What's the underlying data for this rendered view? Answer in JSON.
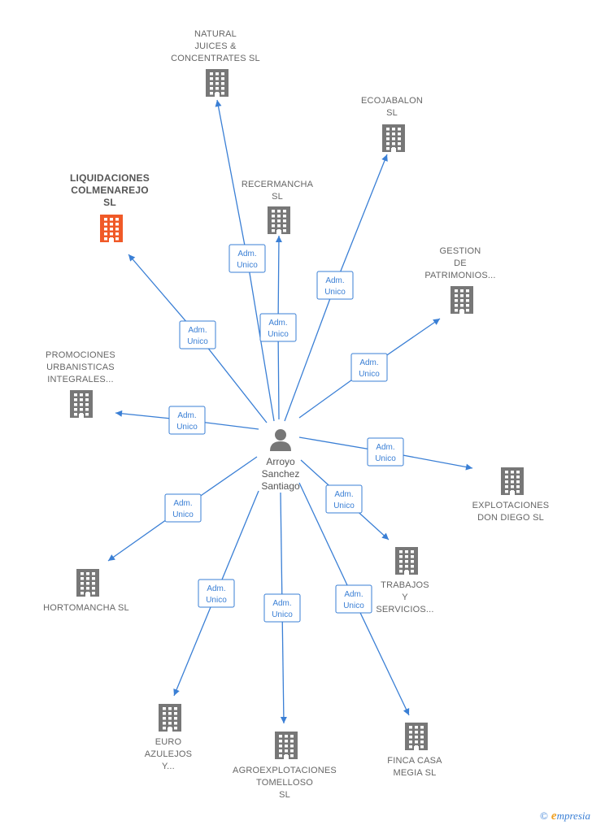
{
  "center": {
    "lines": [
      "Arroyo",
      "Sanchez",
      "Santiago"
    ]
  },
  "relation_label": [
    "Adm.",
    "Unico"
  ],
  "companies": [
    {
      "id": "natural-juices",
      "lines": [
        "NATURAL",
        "JUICES &",
        "CONCENTRATES SL"
      ],
      "highlight": false
    },
    {
      "id": "ecojabalon",
      "lines": [
        "ECOJABALON",
        "SL"
      ],
      "highlight": false
    },
    {
      "id": "liquidaciones",
      "lines": [
        "LIQUIDACIONES",
        "COLMENAREJO",
        "SL"
      ],
      "highlight": true
    },
    {
      "id": "recermancha",
      "lines": [
        "RECERMANCHA",
        "SL"
      ],
      "highlight": false
    },
    {
      "id": "gestion",
      "lines": [
        "GESTION",
        "DE",
        "PATRIMONIOS..."
      ],
      "highlight": false
    },
    {
      "id": "promociones",
      "lines": [
        "PROMOCIONES",
        "URBANISTICAS",
        "INTEGRALES..."
      ],
      "highlight": false
    },
    {
      "id": "explotaciones",
      "lines": [
        "EXPLOTACIONES",
        "DON DIEGO SL"
      ],
      "highlight": false
    },
    {
      "id": "hortomancha",
      "lines": [
        "HORTOMANCHA SL"
      ],
      "highlight": false
    },
    {
      "id": "trabajos",
      "lines": [
        "TRABAJOS",
        "Y",
        "SERVICIOS..."
      ],
      "highlight": false
    },
    {
      "id": "euro-azulejos",
      "lines": [
        "EURO",
        "AZULEJOS",
        "Y..."
      ],
      "highlight": false
    },
    {
      "id": "agroexplotaciones",
      "lines": [
        "AGROEXPLOTACIONES",
        "TOMELLOSO",
        "SL"
      ],
      "highlight": false
    },
    {
      "id": "finca-casa-megia",
      "lines": [
        "FINCA CASA",
        "MEGIA SL"
      ],
      "highlight": false
    }
  ],
  "colors": {
    "edge": "#3a7fd5",
    "building": "#777777",
    "building_highlight": "#f05a28",
    "text": "#666666"
  },
  "watermark": {
    "symbol": "©",
    "brand_initial": "e",
    "brand_rest": "mpresia"
  }
}
